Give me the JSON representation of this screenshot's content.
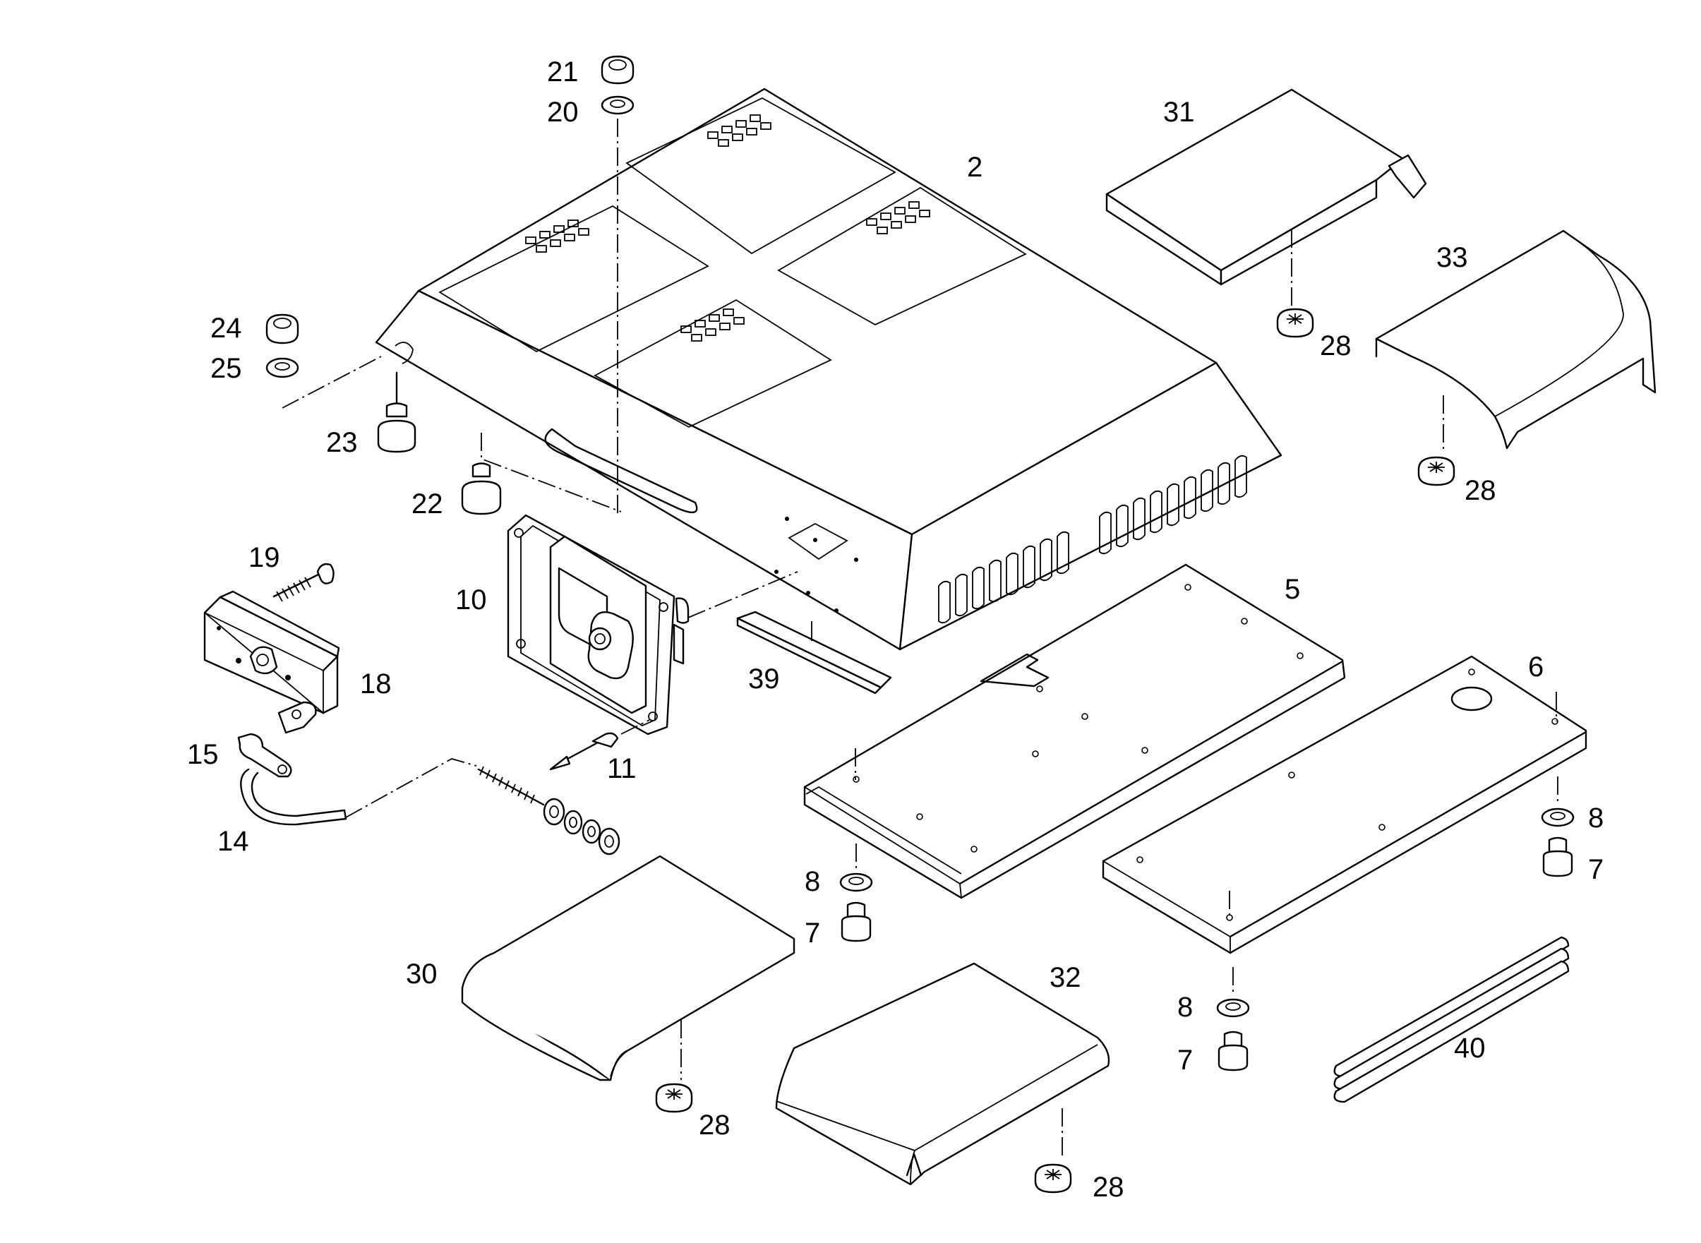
{
  "figure": {
    "parts": [
      {
        "id": "p2",
        "label": "2"
      },
      {
        "id": "p5",
        "label": "5"
      },
      {
        "id": "p6",
        "label": "6"
      },
      {
        "id": "p7a",
        "label": "7"
      },
      {
        "id": "p7b",
        "label": "7"
      },
      {
        "id": "p7c",
        "label": "7"
      },
      {
        "id": "p8a",
        "label": "8"
      },
      {
        "id": "p8b",
        "label": "8"
      },
      {
        "id": "p8c",
        "label": "8"
      },
      {
        "id": "p10",
        "label": "10"
      },
      {
        "id": "p11",
        "label": "11"
      },
      {
        "id": "p14",
        "label": "14"
      },
      {
        "id": "p15",
        "label": "15"
      },
      {
        "id": "p18",
        "label": "18"
      },
      {
        "id": "p19",
        "label": "19"
      },
      {
        "id": "p20",
        "label": "20"
      },
      {
        "id": "p21",
        "label": "21"
      },
      {
        "id": "p22",
        "label": "22"
      },
      {
        "id": "p23",
        "label": "23"
      },
      {
        "id": "p24",
        "label": "24"
      },
      {
        "id": "p25",
        "label": "25"
      },
      {
        "id": "p28a",
        "label": "28"
      },
      {
        "id": "p28b",
        "label": "28"
      },
      {
        "id": "p28c",
        "label": "28"
      },
      {
        "id": "p28d",
        "label": "28"
      },
      {
        "id": "p30",
        "label": "30"
      },
      {
        "id": "p31",
        "label": "31"
      },
      {
        "id": "p32",
        "label": "32"
      },
      {
        "id": "p33",
        "label": "33"
      },
      {
        "id": "p39",
        "label": "39"
      },
      {
        "id": "p40",
        "label": "40"
      }
    ]
  }
}
